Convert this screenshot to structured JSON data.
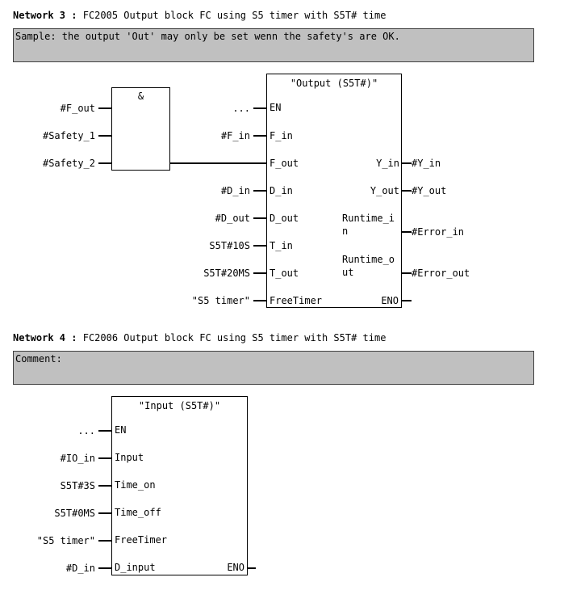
{
  "networks": [
    {
      "label": "Network 3",
      "sep": ":",
      "title": "FC2005 Output block FC using S5 timer with S5T# time",
      "comment": "Sample: the output 'Out' may only be set wenn the safety's are OK.",
      "and_block": {
        "symbol": "&",
        "inputs": [
          "#F_out",
          "#Safety_1",
          "#Safety_2"
        ]
      },
      "fc_block": {
        "title": "\"Output (S5T#)\"",
        "pins": [
          {
            "actual": "...",
            "formal": "EN"
          },
          {
            "actual": "#F_in",
            "formal": "F_in"
          },
          {
            "actual": "",
            "formal": "F_out"
          },
          {
            "actual": "#D_in",
            "formal": "D_in"
          },
          {
            "actual": "#D_out",
            "formal": "D_out"
          },
          {
            "actual": "S5T#10S",
            "formal": "T_in"
          },
          {
            "actual": "S5T#20MS",
            "formal": "T_out"
          },
          {
            "actual": "\"S5 timer\"",
            "formal": "FreeTimer"
          }
        ],
        "outputs": [
          {
            "formal": "Y_in",
            "actual": "#Y_in"
          },
          {
            "formal": "Y_out",
            "actual": "#Y_out"
          },
          {
            "formal_line1": "Runtime_i",
            "formal_line2": "n",
            "actual": "#Error_in"
          },
          {
            "formal_line1": "Runtime_o",
            "formal_line2": "ut",
            "actual": "#Error_out"
          },
          {
            "formal": "ENO",
            "actual": ""
          }
        ]
      }
    },
    {
      "label": "Network 4",
      "sep": ":",
      "title": "FC2006 Output block FC using S5 timer with S5T# time",
      "comment": "Comment:",
      "fc_block": {
        "title": "\"Input (S5T#)\"",
        "pins": [
          {
            "actual": "...",
            "formal": "EN"
          },
          {
            "actual": "#IO_in",
            "formal": "Input"
          },
          {
            "actual": "S5T#3S",
            "formal": "Time_on"
          },
          {
            "actual": "S5T#0MS",
            "formal": "Time_off"
          },
          {
            "actual": "\"S5 timer\"",
            "formal": "FreeTimer"
          },
          {
            "actual": "#D_in",
            "formal": "D_input"
          }
        ],
        "outputs": [
          {
            "formal": "ENO",
            "actual": ""
          }
        ]
      }
    }
  ]
}
